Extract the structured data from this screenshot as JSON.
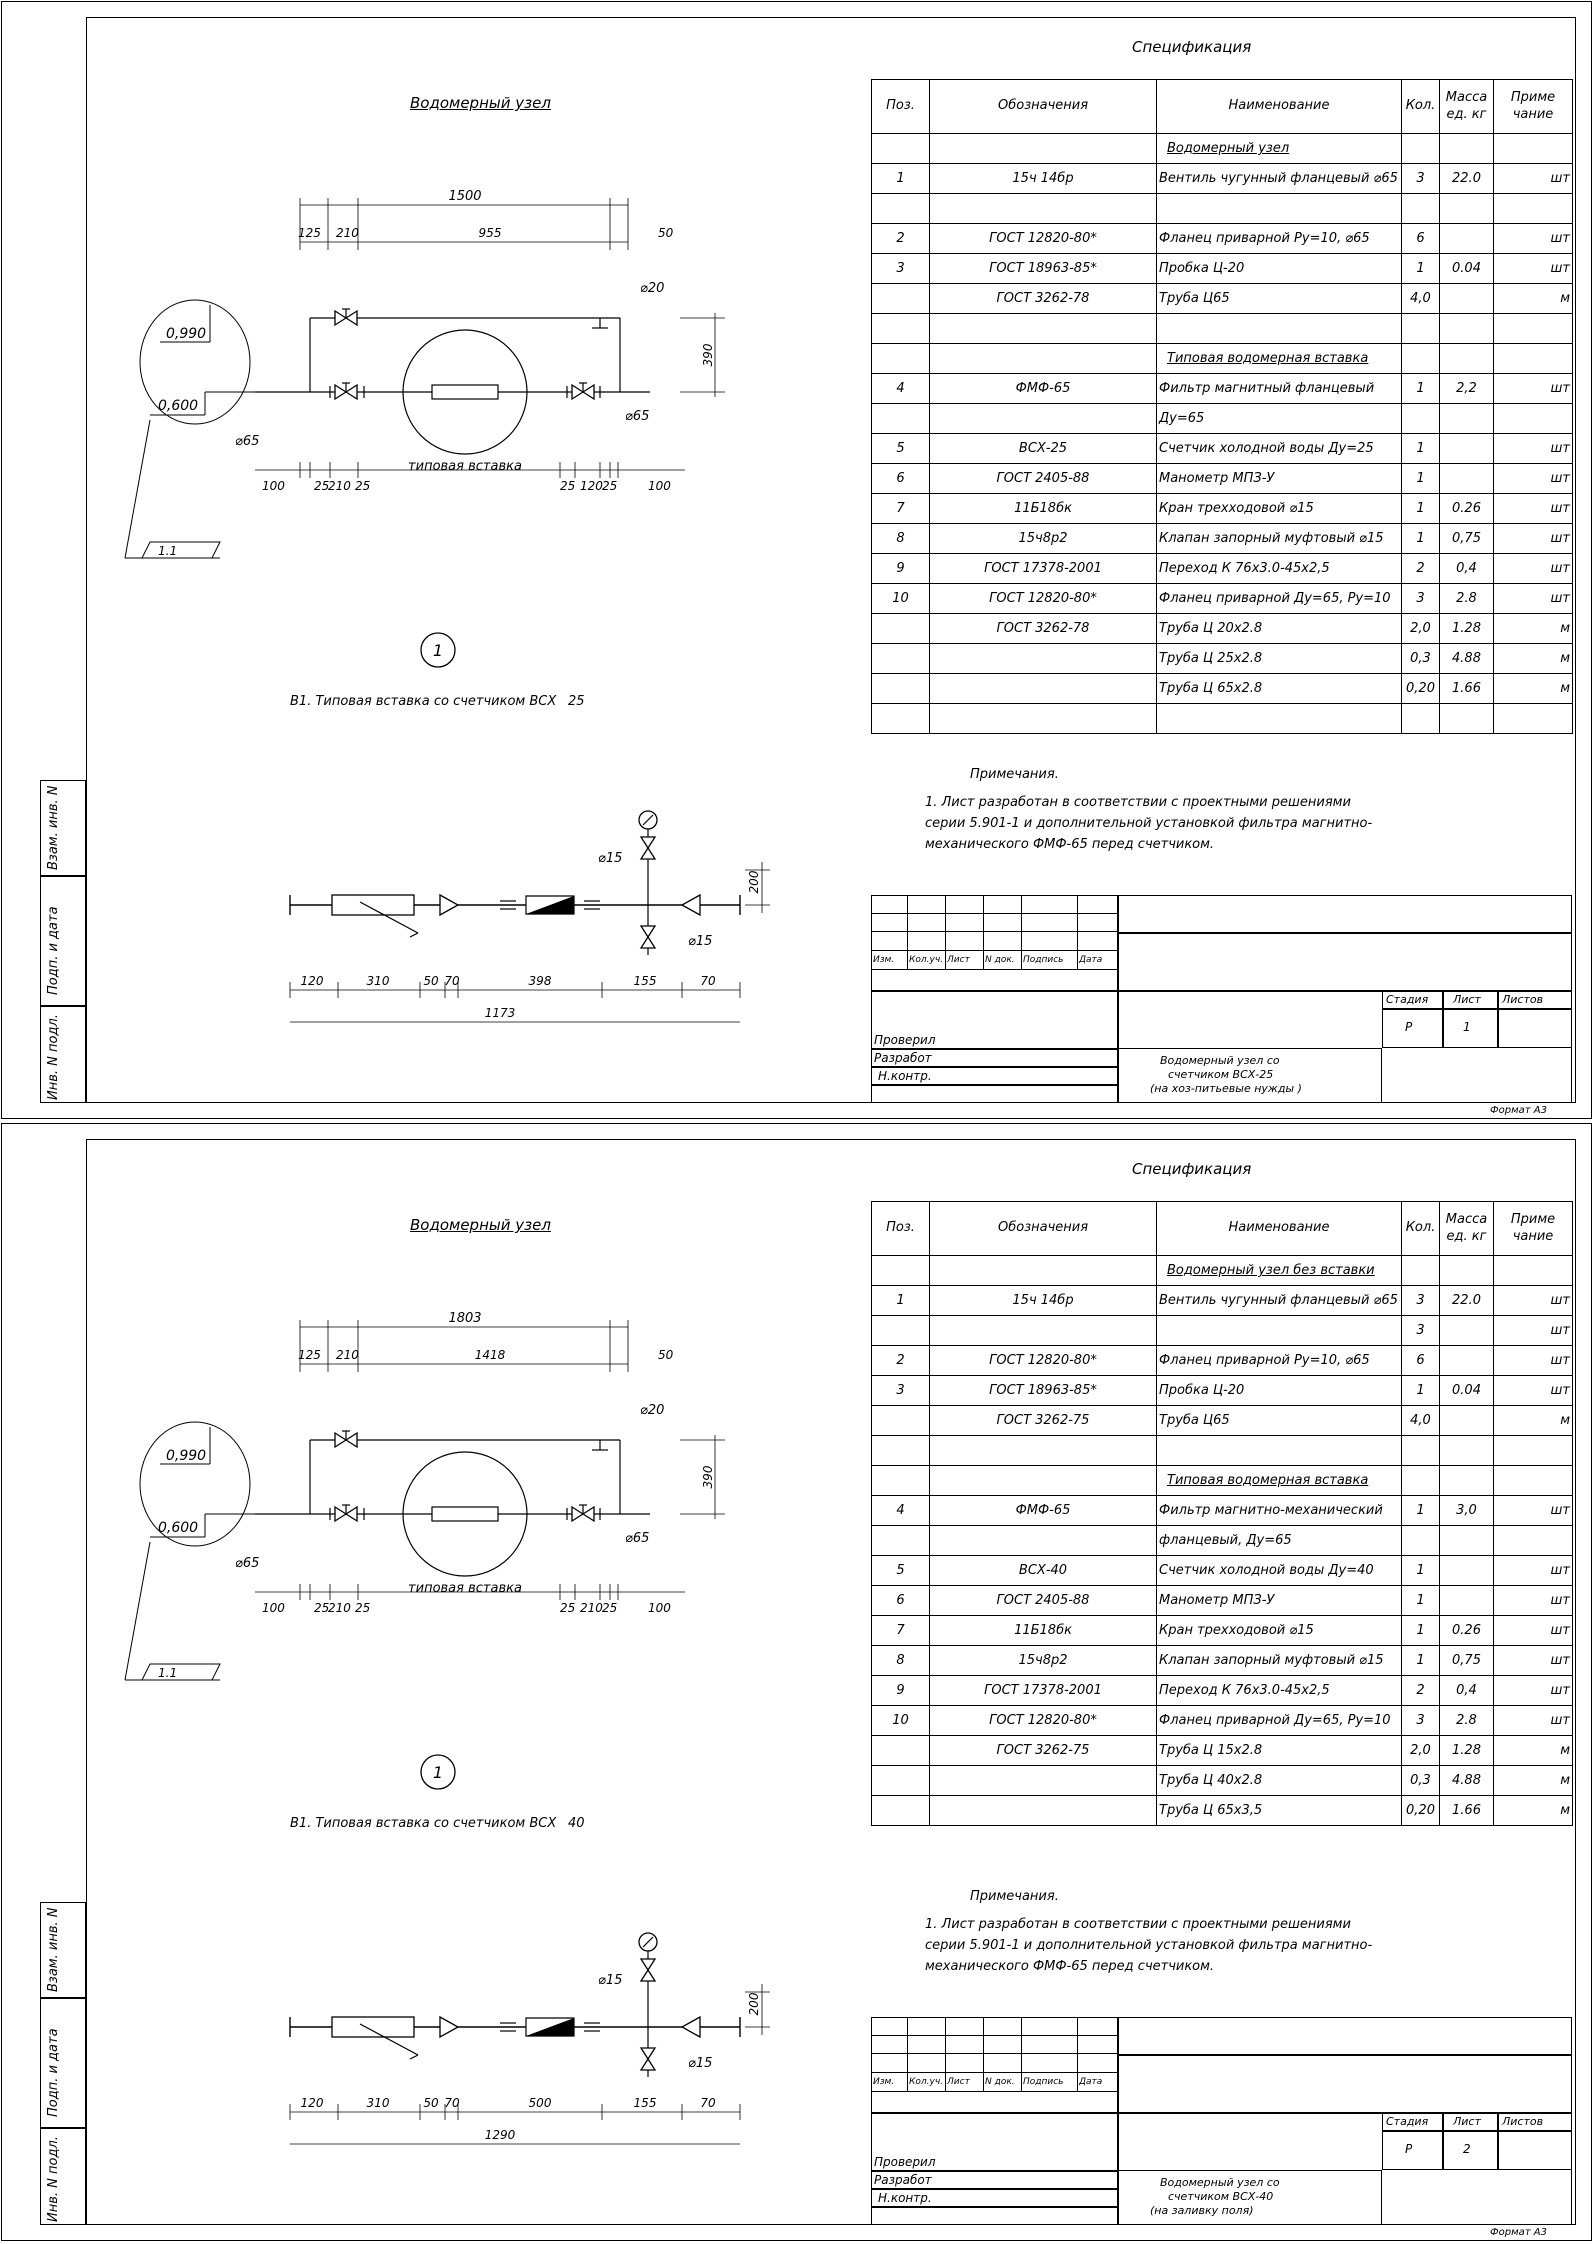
{
  "sheets": [
    {
      "drawing_title": "Водомерный узел",
      "spec_title": "Спецификация",
      "header": {
        "pos": "Поз.",
        "oboz": "Обозначения",
        "naim": "Наименование",
        "kol": "Кол.",
        "massa": "Масса ед. кг",
        "prim": "Приме чание"
      },
      "rows": [
        {
          "pos": "",
          "oboz": "",
          "naim": "Водомерный узел",
          "u": true,
          "kol": "",
          "massa": "",
          "prim": ""
        },
        {
          "pos": "1",
          "oboz": "15ч 14бр",
          "naim": "Вентиль чугунный фланцевый ⌀65",
          "kol": "3",
          "massa": "22.0",
          "prim": "шт"
        },
        {
          "pos": "",
          "oboz": "",
          "naim": "",
          "kol": "",
          "massa": "",
          "prim": ""
        },
        {
          "pos": "2",
          "oboz": "ГОСТ 12820-80*",
          "naim": "Фланец приварной Ру=10, ⌀65",
          "kol": "6",
          "massa": "",
          "prim": "шт"
        },
        {
          "pos": "3",
          "oboz": "ГОСТ 18963-85*",
          "naim": "Пробка Ц-20",
          "kol": "1",
          "massa": "0.04",
          "prim": "шт"
        },
        {
          "pos": "",
          "oboz": "ГОСТ 3262-78",
          "naim": "Труба Ц65",
          "kol": "4,0",
          "massa": "",
          "prim": "м"
        },
        {
          "pos": "",
          "oboz": "",
          "naim": "",
          "kol": "",
          "massa": "",
          "prim": ""
        },
        {
          "pos": "",
          "oboz": "",
          "naim": "Типовая водомерная вставка",
          "u": true,
          "kol": "",
          "massa": "",
          "prim": ""
        },
        {
          "pos": "4",
          "oboz": "ФМФ-65",
          "naim": "Фильтр магнитный фланцевый",
          "kol": "1",
          "massa": "2,2",
          "prim": "шт"
        },
        {
          "pos": "",
          "oboz": "",
          "naim": "Ду=65",
          "kol": "",
          "massa": "",
          "prim": ""
        },
        {
          "pos": "5",
          "oboz": "ВСХ-25",
          "naim": "Счетчик холодной воды Ду=25",
          "kol": "1",
          "massa": "",
          "prim": "шт"
        },
        {
          "pos": "6",
          "oboz": "ГОСТ 2405-88",
          "naim": "Манометр МПЗ-У",
          "kol": "1",
          "massa": "",
          "prim": "шт"
        },
        {
          "pos": "7",
          "oboz": "11Б18бк",
          "naim": "Кран трехходовой ⌀15",
          "kol": "1",
          "massa": "0.26",
          "prim": "шт"
        },
        {
          "pos": "8",
          "oboz": "15ч8р2",
          "naim": "Клапан запорный муфтовый ⌀15",
          "kol": "1",
          "massa": "0,75",
          "prim": "шт"
        },
        {
          "pos": "9",
          "oboz": "ГОСТ 17378-2001",
          "naim": "Переход К 76х3.0-45х2,5",
          "kol": "2",
          "massa": "0,4",
          "prim": "шт"
        },
        {
          "pos": "10",
          "oboz": "ГОСТ 12820-80*",
          "naim": "Фланец приварной Ду=65, Ру=10",
          "kol": "3",
          "massa": "2.8",
          "prim": "шт"
        },
        {
          "pos": "",
          "oboz": "ГОСТ 3262-78",
          "naim": "Труба Ц 20х2.8",
          "kol": "2,0",
          "massa": "1.28",
          "prim": "м"
        },
        {
          "pos": "",
          "oboz": "",
          "naim": "Труба Ц 25х2.8",
          "kol": "0,3",
          "massa": "4.88",
          "prim": "м"
        },
        {
          "pos": "",
          "oboz": "",
          "naim": "Труба Ц 65х2.8",
          "kol": "0,20",
          "massa": "1.66",
          "prim": "м"
        },
        {
          "pos": "",
          "oboz": "",
          "naim": "",
          "kol": "",
          "massa": "",
          "prim": ""
        }
      ],
      "notes_title": "Примечания.",
      "notes": [
        "1. Лист разработан в соответствии с проектными решениями",
        "серии 5.901-1 и дополнительной установкой фильтра магнитно-",
        "механического ФМФ-65 перед счетчиком."
      ],
      "caption": "В1. Типовая вставка со счетчиком ВСХ",
      "caption_dn": "25",
      "insert_label": "типовая вставка",
      "dims_top": {
        "total": "1500",
        "a": "125",
        "b": "210",
        "c": "955",
        "d": "50",
        "height": "390"
      },
      "dims_bottom": {
        "a": "100",
        "b": "25",
        "c": "210",
        "d": "25",
        "e": "25",
        "f": "120",
        "g": "25",
        "h": "100"
      },
      "dims_insert": {
        "a": "120",
        "b": "310",
        "c": "50",
        "d": "70",
        "e": "398",
        "f": "155",
        "g": "70",
        "total": "1173",
        "height": "200"
      },
      "levels": {
        "a": "0,990",
        "b": "0,600",
        "tag": "1.1"
      },
      "dn": {
        "d20": "⌀20",
        "d65a": "⌀65",
        "d65b": "⌀65",
        "d15a": "⌀15",
        "d15b": "⌀15"
      },
      "circle_num": "1",
      "stamp": {
        "izm": "Изм.",
        "kol": "Кол.уч.",
        "list": "Лист",
        "ndok": "N док.",
        "podp": "Подпись",
        "data": "Дата",
        "stadia": "Стадия",
        "list_h": "Лист",
        "listov": "Листов",
        "stadia_v": "Р",
        "list_v": "1",
        "proveril": "Проверил",
        "razrabot": "Разработ",
        "nkontr": "Н.контр.",
        "name1": "Водомерный узел  со",
        "name2": "счетчиком ВСХ-25",
        "name3": "(на хоз-питьевые нужды )"
      },
      "side": {
        "vzam": "Взам. инв. N",
        "podp": "Подп. и дата",
        "inv": "Инв. N подл."
      },
      "format": "Формат А3"
    },
    {
      "drawing_title": "Водомерный узел",
      "spec_title": "Спецификация",
      "header": {
        "pos": "Поз.",
        "oboz": "Обозначения",
        "naim": "Наименование",
        "kol": "Кол.",
        "massa": "Масса ед. кг",
        "prim": "Приме чание"
      },
      "rows": [
        {
          "pos": "",
          "oboz": "",
          "naim": "Водомерный узел  без вставки",
          "u": true,
          "kol": "",
          "massa": "",
          "prim": ""
        },
        {
          "pos": "1",
          "oboz": "15ч 14бр",
          "naim": "Вентиль чугунный фланцевый ⌀65",
          "kol": "3",
          "massa": "22.0",
          "prim": "шт"
        },
        {
          "pos": "",
          "oboz": "",
          "naim": "",
          "kol": "3",
          "massa": "",
          "prim": "шт"
        },
        {
          "pos": "2",
          "oboz": "ГОСТ 12820-80*",
          "naim": "Фланец приварной Ру=10, ⌀65",
          "kol": "6",
          "massa": "",
          "prim": "шт"
        },
        {
          "pos": "3",
          "oboz": "ГОСТ 18963-85*",
          "naim": "Пробка Ц-20",
          "kol": "1",
          "massa": "0.04",
          "prim": "шт"
        },
        {
          "pos": "",
          "oboz": "ГОСТ 3262-75",
          "naim": "Труба Ц65",
          "kol": "4,0",
          "massa": "",
          "prim": "м"
        },
        {
          "pos": "",
          "oboz": "",
          "naim": "",
          "kol": "",
          "massa": "",
          "prim": ""
        },
        {
          "pos": "",
          "oboz": "",
          "naim": "Типовая водомерная вставка",
          "u": true,
          "kol": "",
          "massa": "",
          "prim": ""
        },
        {
          "pos": "4",
          "oboz": "ФМФ-65",
          "naim": "Фильтр магнитно-механический",
          "kol": "1",
          "massa": "3,0",
          "prim": "шт"
        },
        {
          "pos": "",
          "oboz": "",
          "naim": "фланцевый, Ду=65",
          "kol": "",
          "massa": "",
          "prim": ""
        },
        {
          "pos": "5",
          "oboz": "ВСХ-40",
          "naim": "Счетчик холодной воды Ду=40",
          "kol": "1",
          "massa": "",
          "prim": "шт"
        },
        {
          "pos": "6",
          "oboz": "ГОСТ 2405-88",
          "naim": "Манометр МПЗ-У",
          "kol": "1",
          "massa": "",
          "prim": "шт"
        },
        {
          "pos": "7",
          "oboz": "11Б18бк",
          "naim": "Кран трехходовой ⌀15",
          "kol": "1",
          "massa": "0.26",
          "prim": "шт"
        },
        {
          "pos": "8",
          "oboz": "15ч8р2",
          "naim": "Клапан запорный муфтовый ⌀15",
          "kol": "1",
          "massa": "0,75",
          "prim": "шт"
        },
        {
          "pos": "9",
          "oboz": "ГОСТ 17378-2001",
          "naim": "Переход К 76х3.0-45х2,5",
          "kol": "2",
          "massa": "0,4",
          "prim": "шт"
        },
        {
          "pos": "10",
          "oboz": "ГОСТ 12820-80*",
          "naim": "Фланец приварной Ду=65, Ру=10",
          "kol": "3",
          "massa": "2.8",
          "prim": "шт"
        },
        {
          "pos": "",
          "oboz": "ГОСТ 3262-75",
          "naim": "Труба Ц 15х2.8",
          "kol": "2,0",
          "massa": "1.28",
          "prim": "м"
        },
        {
          "pos": "",
          "oboz": "",
          "naim": "Труба Ц 40х2.8",
          "kol": "0,3",
          "massa": "4.88",
          "prim": "м"
        },
        {
          "pos": "",
          "oboz": "",
          "naim": "Труба Ц 65х3,5",
          "kol": "0,20",
          "massa": "1.66",
          "prim": "м"
        }
      ],
      "notes_title": "Примечания.",
      "notes": [
        "1. Лист разработан в соответствии с проектными решениями",
        "серии 5.901-1 и дополнительной установкой фильтра магнитно-",
        "механического ФМФ-65 перед счетчиком."
      ],
      "caption": "В1. Типовая вставка со счетчиком ВСХ",
      "caption_dn": "40",
      "insert_label": "типовая вставка",
      "dims_top": {
        "total": "1803",
        "a": "125",
        "b": "210",
        "c": "1418",
        "d": "50",
        "height": "390"
      },
      "dims_bottom": {
        "a": "100",
        "b": "25",
        "c": "210",
        "d": "25",
        "e": "25",
        "f": "210",
        "g": "25",
        "h": "100"
      },
      "dims_insert": {
        "a": "120",
        "b": "310",
        "c": "50",
        "d": "70",
        "e": "500",
        "f": "155",
        "g": "70",
        "total": "1290",
        "height": "200"
      },
      "levels": {
        "a": "0,990",
        "b": "0,600",
        "tag": "1.1"
      },
      "dn": {
        "d20": "⌀20",
        "d65a": "⌀65",
        "d65b": "⌀65",
        "d15a": "⌀15",
        "d15b": "⌀15"
      },
      "circle_num": "1",
      "stamp": {
        "izm": "Изм.",
        "kol": "Кол.уч.",
        "list": "Лист",
        "ndok": "N док.",
        "podp": "Подпись",
        "data": "Дата",
        "stadia": "Стадия",
        "list_h": "Лист",
        "listov": "Листов",
        "stadia_v": "Р",
        "list_v": "2",
        "proveril": "Проверил",
        "razrabot": "Разработ",
        "nkontr": "Н.контр.",
        "name1": "Водомерный узел  со",
        "name2": "счетчиком ВСХ-40",
        "name3": "(на заливку поля)"
      },
      "side": {
        "vzam": "Взам. инв. N",
        "podp": "Подп. и дата",
        "inv": "Инв. N подл."
      },
      "format": "Формат А3"
    }
  ]
}
